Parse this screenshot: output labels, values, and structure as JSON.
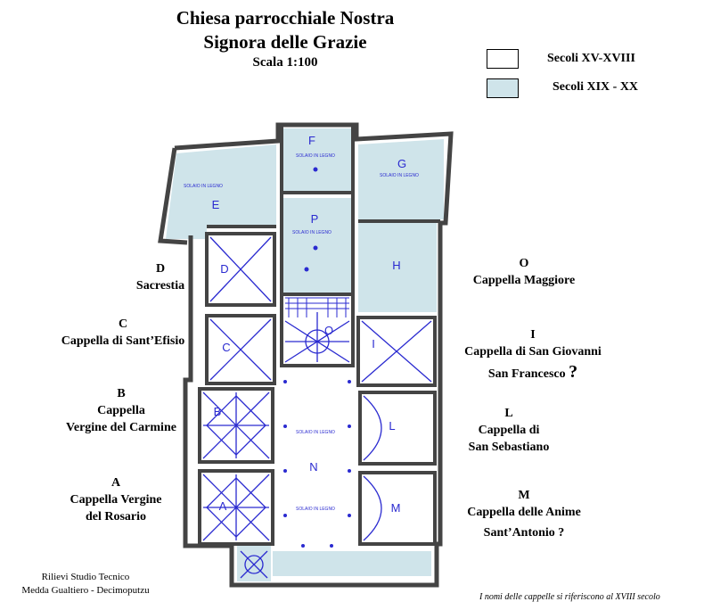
{
  "title": {
    "line1": "Chiesa parrocchiale Nostra",
    "line2": "Signora delle Grazie",
    "scale": "Scala 1:100"
  },
  "legend": {
    "items": [
      {
        "label": "Secoli XV-XVIII",
        "color": "#ffffff"
      },
      {
        "label": "Secoli XIX - XX",
        "color": "#cfe4ea"
      }
    ]
  },
  "rooms": {
    "A": "A",
    "B": "B",
    "C": "C",
    "D": "D",
    "E": "E",
    "F": "F",
    "G": "G",
    "H": "H",
    "I": "I",
    "L": "L",
    "M": "M",
    "N": "N",
    "O": "O",
    "P": "P"
  },
  "solaio": "SOLAIO IN LEGNO",
  "labels": {
    "D": {
      "letter": "D",
      "name": "Sacrestia"
    },
    "C": {
      "letter": "C",
      "name": "Cappella di Sant’Efisio"
    },
    "B": {
      "letter": "B",
      "line1": "Cappella",
      "line2": "Vergine del Carmine"
    },
    "A": {
      "letter": "A",
      "line1": "Cappella Vergine",
      "line2": "del Rosario"
    },
    "O": {
      "letter": "O",
      "name": "Cappella Maggiore"
    },
    "I": {
      "letter": "I",
      "line1": "Cappella di San Giovanni",
      "line2": "San  Francesco",
      "q": "?"
    },
    "L": {
      "letter": "L",
      "line1": "Cappella di",
      "line2": "San  Sebastiano"
    },
    "M": {
      "letter": "M",
      "line1": "Cappella delle Anime",
      "line2": "Sant’Antonio ?"
    }
  },
  "credits": {
    "line1": "Rilievi Studio Tecnico",
    "line2": "Medda Gualtiero - Decimoputzu"
  },
  "note": "I nomi delle cappelle si riferiscono al XVIII secolo",
  "colors": {
    "wall": "#444444",
    "vault": "#2a2ad0",
    "modern": "#cfe4ea"
  }
}
